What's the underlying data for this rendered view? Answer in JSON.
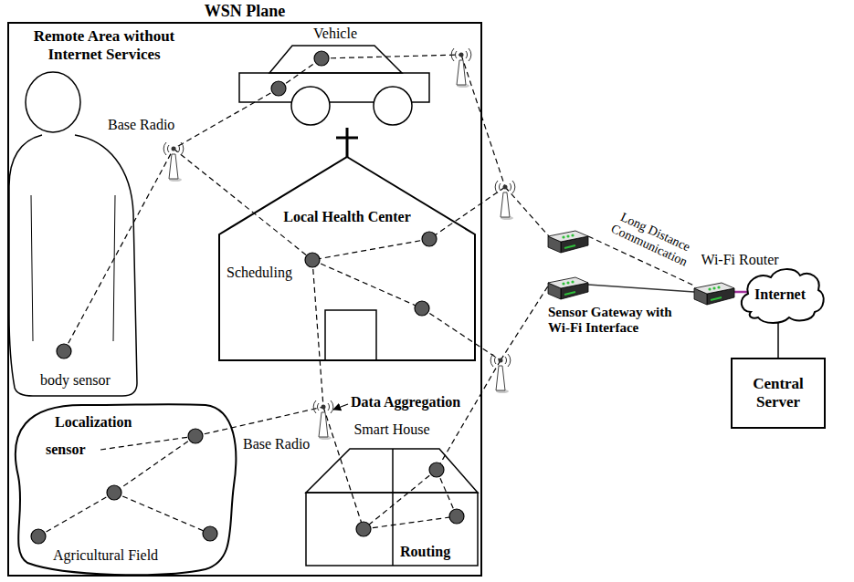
{
  "diagram": {
    "nodes": [
      {
        "text": [
          "WSN Plane",
          "Remote Area without Internet Services"
        ]
      },
      {
        "text": [
          "Vehicle"
        ],
        "in": 0
      },
      {
        "text": [
          "body sensor"
        ],
        "in": 0
      },
      {
        "text": [
          "Local Health Center",
          "Scheduling"
        ],
        "in": 0
      },
      {
        "text": [
          "Localization",
          "sensor",
          "Agricultural Field"
        ],
        "in": 0
      },
      {
        "text": [
          "Smart House",
          "Routing"
        ],
        "in": 0
      },
      {
        "text": [
          "Wi-Fi Router"
        ]
      },
      {
        "text": [
          "Internet"
        ]
      },
      {
        "text": [
          "Central Server"
        ]
      },
      {
        "text": [
          "Sensor Gateway with Wi-Fi Interface"
        ]
      }
    ],
    "edges": [
      {
        "from": 9,
        "to": 6,
        "arrow": "none"
      },
      {
        "from": 6,
        "to": 7,
        "arrow": "none"
      },
      {
        "from": 7,
        "to": 8,
        "arrow": "none"
      }
    ],
    "labels": [
      "Base Radio",
      "Long Distance Communication",
      "Data Aggregation",
      "Base Radio"
    ]
  }
}
